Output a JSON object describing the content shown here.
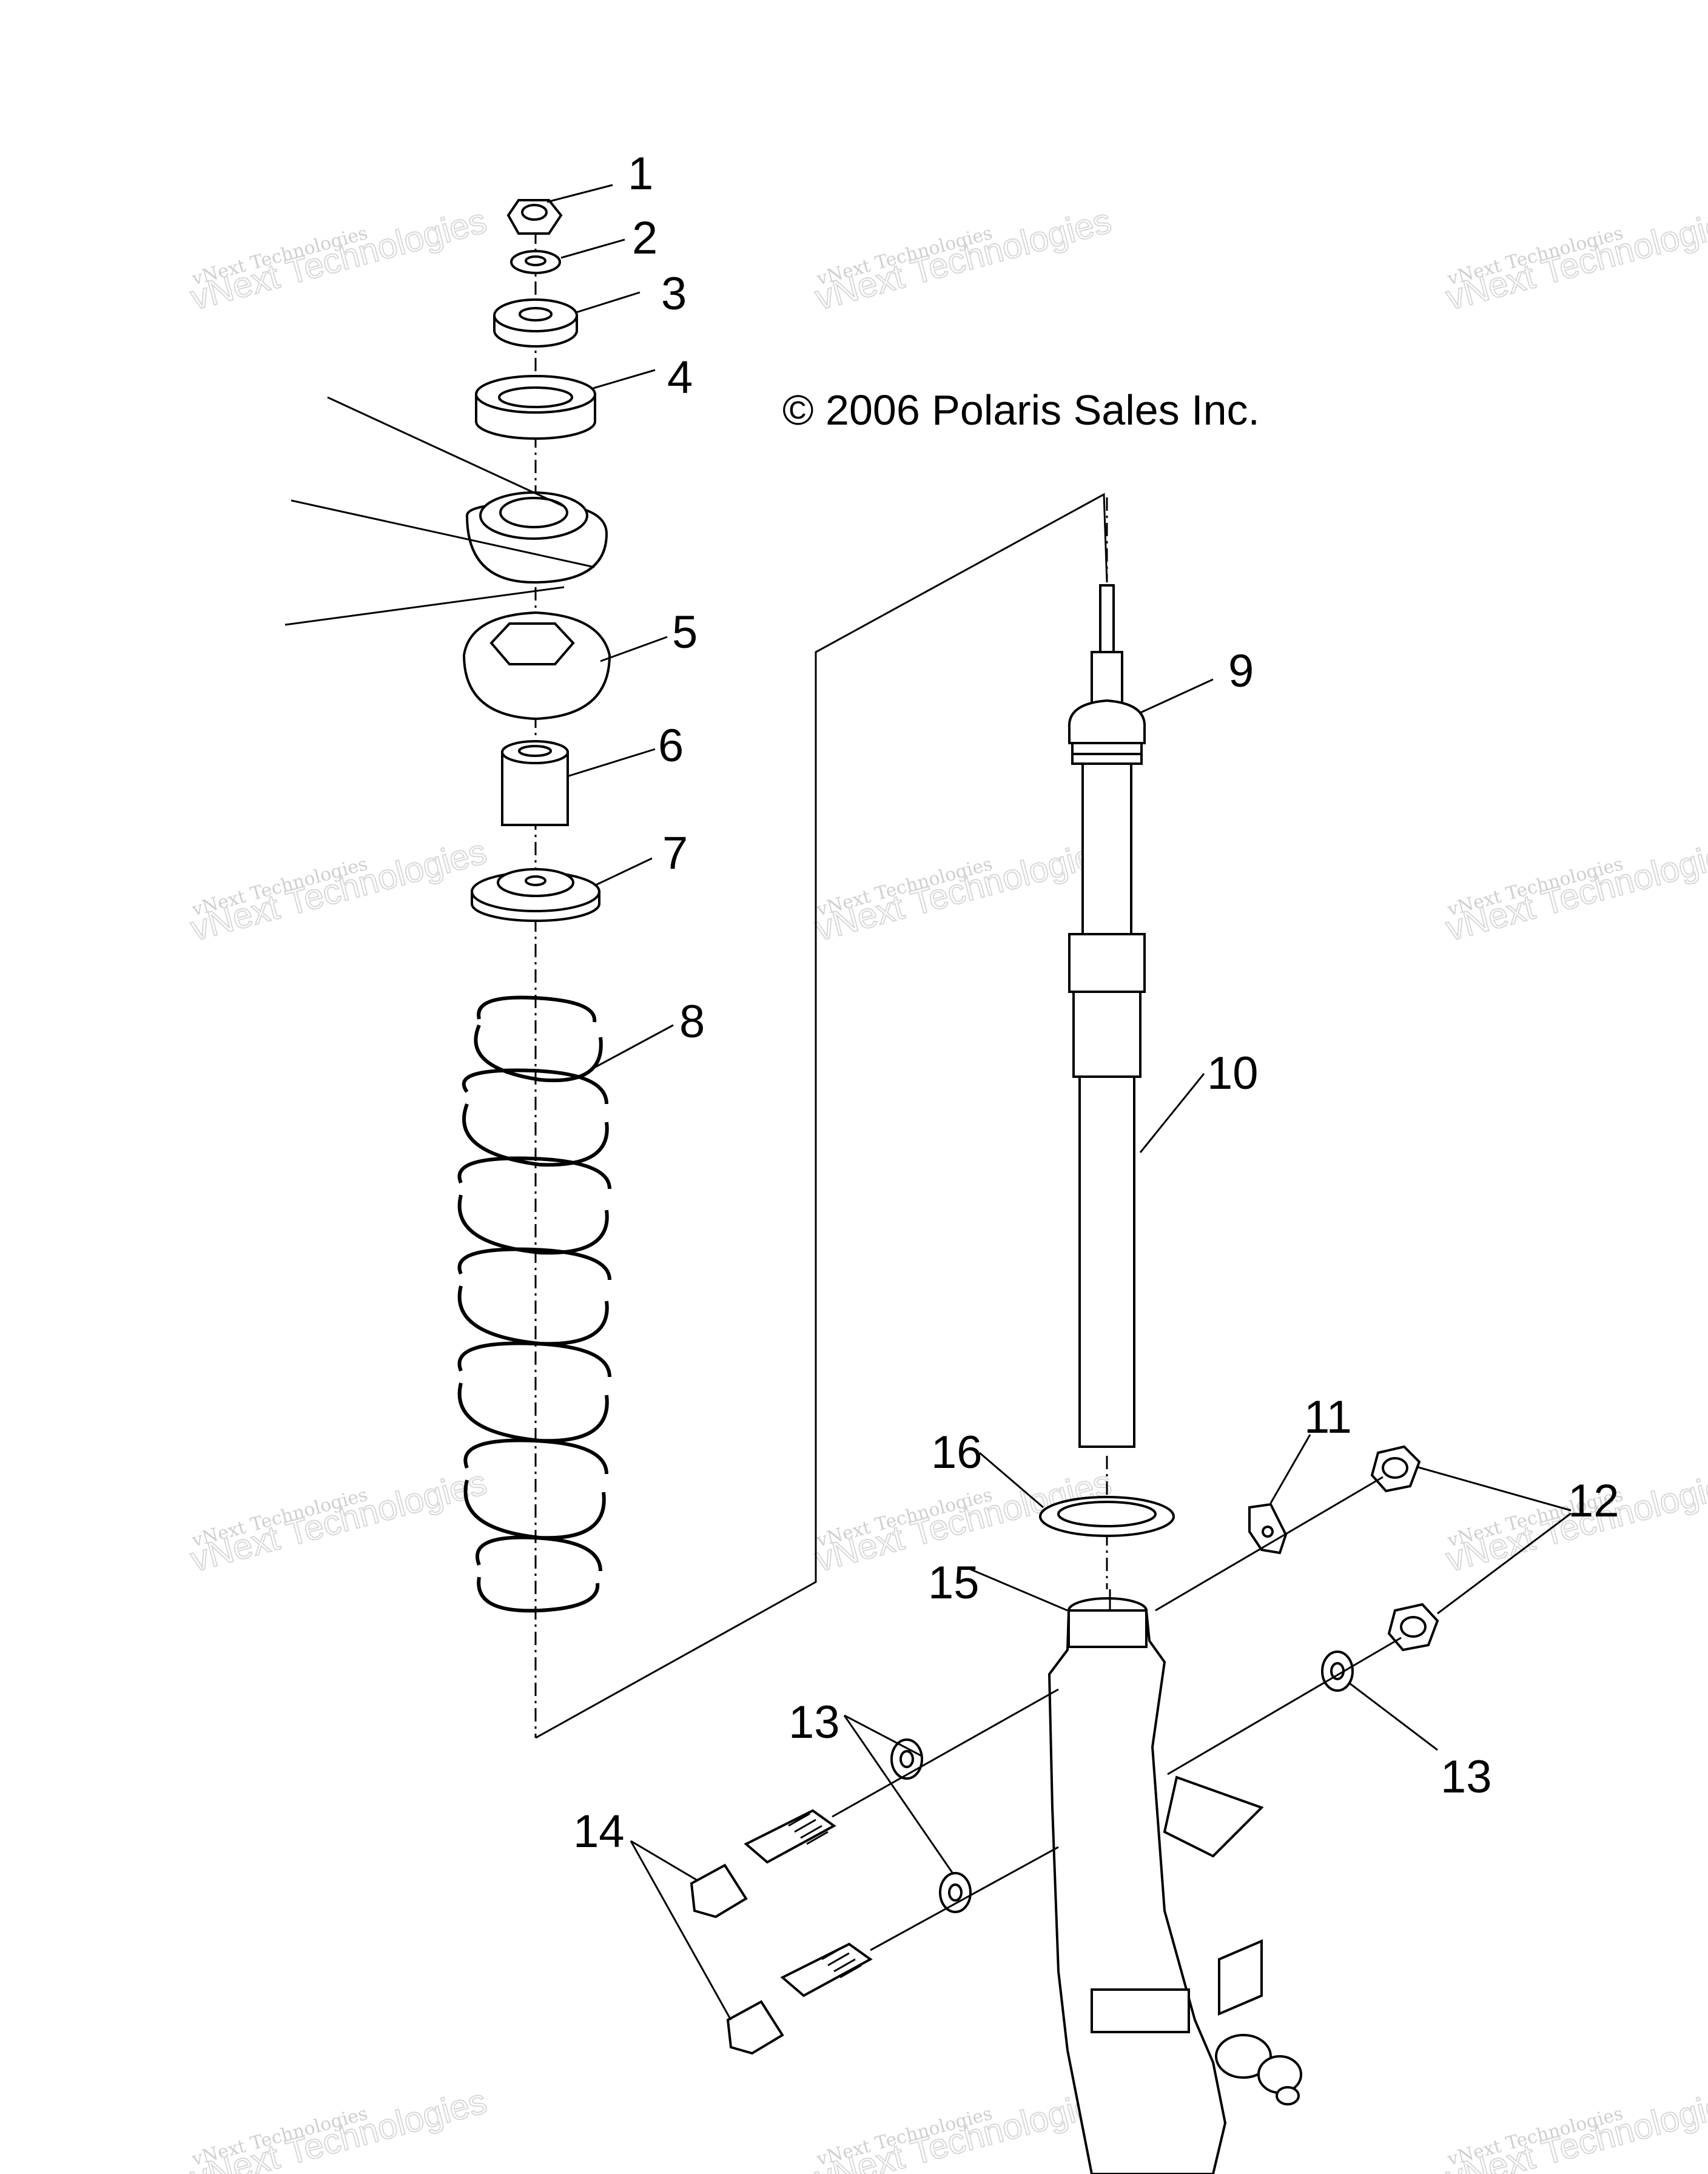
{
  "copyright": "© 2006 Polaris Sales Inc.",
  "watermark": {
    "line1": "vNext Technologies",
    "line2": "vNext Technologies"
  },
  "callouts": [
    {
      "id": "c1",
      "text": "1"
    },
    {
      "id": "c2",
      "text": "2"
    },
    {
      "id": "c3",
      "text": "3"
    },
    {
      "id": "c4",
      "text": "4"
    },
    {
      "id": "c5",
      "text": "5"
    },
    {
      "id": "c6",
      "text": "6"
    },
    {
      "id": "c7",
      "text": "7"
    },
    {
      "id": "c8",
      "text": "8"
    },
    {
      "id": "c9",
      "text": "9"
    },
    {
      "id": "c10",
      "text": "10"
    },
    {
      "id": "c11",
      "text": "11"
    },
    {
      "id": "c12",
      "text": "12"
    },
    {
      "id": "c13a",
      "text": "13"
    },
    {
      "id": "c13b",
      "text": "13"
    },
    {
      "id": "c14",
      "text": "14"
    },
    {
      "id": "c15",
      "text": "15"
    },
    {
      "id": "c16",
      "text": "16"
    }
  ]
}
